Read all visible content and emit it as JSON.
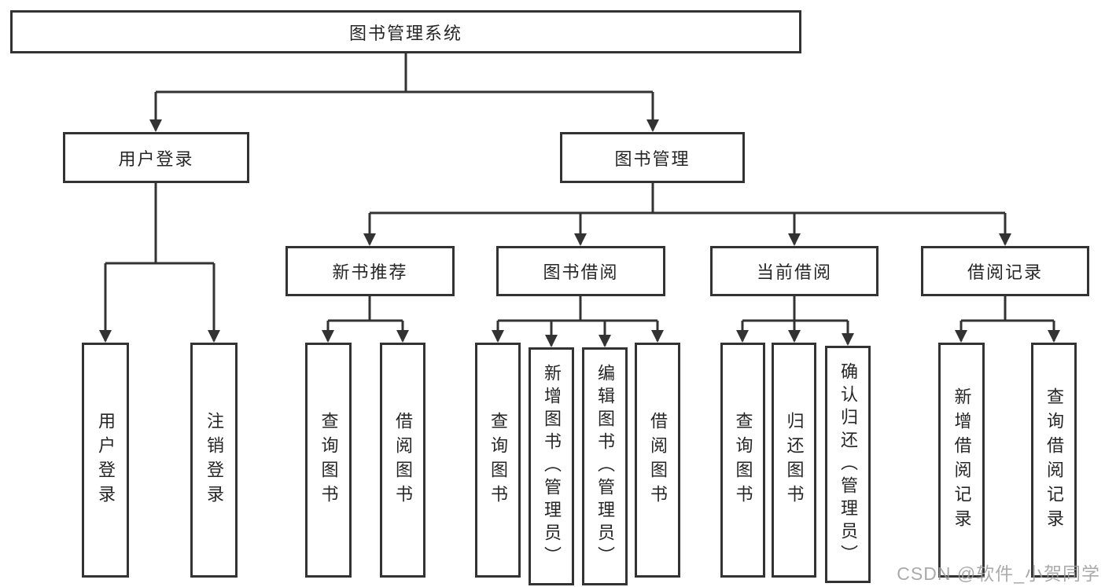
{
  "diagram_title": "图书管理系统",
  "watermark": "CSDN @软件_小贺同学",
  "colors": {
    "line": "#333333",
    "box_border": "#333333",
    "box_background": "#ffffff",
    "text": "#262626",
    "watermark": "#9c9c9c"
  },
  "tree": {
    "label": "图书管理系统",
    "children": [
      {
        "label": "用户登录",
        "children": [
          {
            "label": "用户登录"
          },
          {
            "label": "注销登录"
          }
        ]
      },
      {
        "label": "图书管理",
        "children": [
          {
            "label": "新书推荐",
            "children": [
              {
                "label": "查询图书"
              },
              {
                "label": "借阅图书"
              }
            ]
          },
          {
            "label": "图书借阅",
            "children": [
              {
                "label": "查询图书"
              },
              {
                "label": "新增图书（管理员）"
              },
              {
                "label": "编辑图书（管理员）"
              },
              {
                "label": "借阅图书"
              }
            ]
          },
          {
            "label": "当前借阅",
            "children": [
              {
                "label": "查询图书"
              },
              {
                "label": "归还图书"
              },
              {
                "label": "确认归还（管理员）"
              }
            ]
          },
          {
            "label": "借阅记录",
            "children": [
              {
                "label": "新增借阅记录"
              },
              {
                "label": "查询借阅记录"
              }
            ]
          }
        ]
      }
    ]
  }
}
